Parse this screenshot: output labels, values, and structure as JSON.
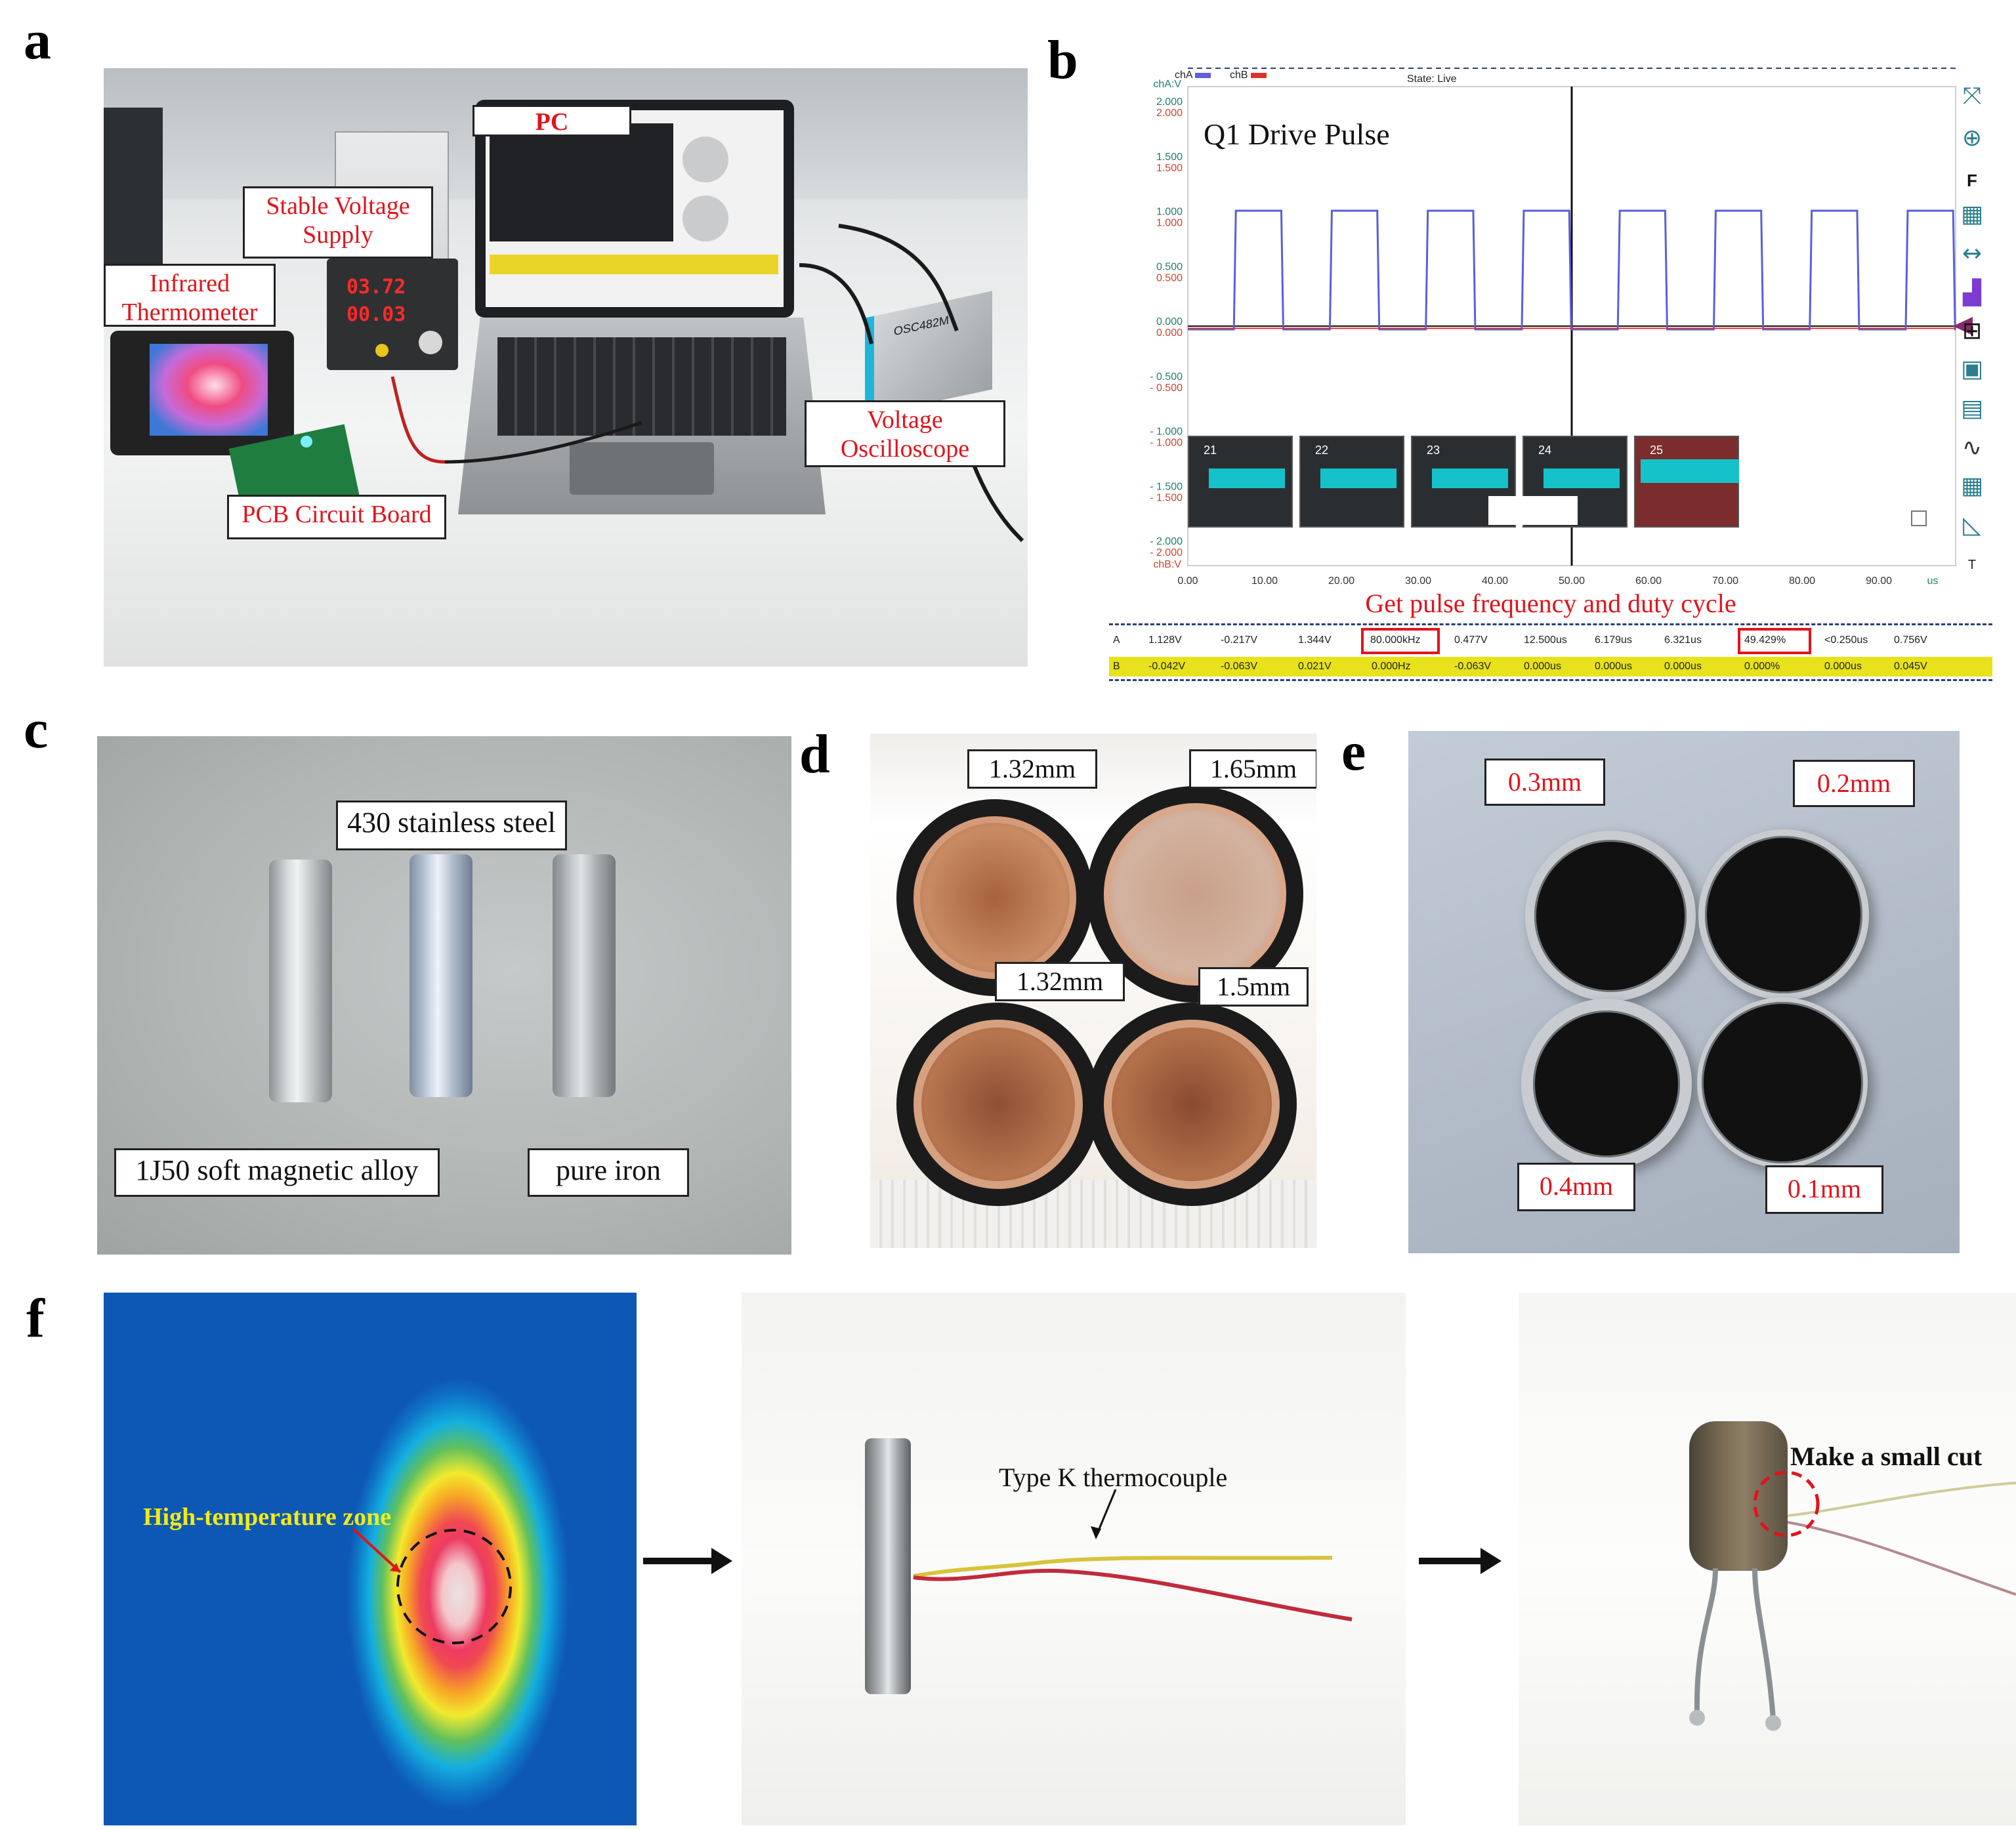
{
  "panel_labels": {
    "a": "a",
    "b": "b",
    "c": "c",
    "d": "d",
    "e": "e",
    "f": "f"
  },
  "panel_a": {
    "labels": {
      "pc": "PC",
      "supply": "Stable Voltage Supply",
      "thermometer": "Infrared Thermometer",
      "oscilloscope": "Voltage Oscilloscope",
      "pcb": "PCB Circuit Board"
    },
    "supply_display": {
      "voltage": "03.72",
      "current": "00.03"
    },
    "scope_device_label": "OSC482M"
  },
  "panel_b": {
    "legend": {
      "cha": "chA",
      "chb": "chB"
    },
    "state": "State: Live",
    "title": "Q1 Drive Pulse",
    "axis_left_top": "chA:V",
    "axis_left_bottom": "chB:V",
    "x_unit": "us",
    "caption": "Get pulse frequency and duty cycle",
    "colors": {
      "chA": "#5b5fd9",
      "chB": "#e0322c",
      "highlight": "#e0141b",
      "thumb_active": "#7b2c2c"
    },
    "thumbnails": [
      "21",
      "22",
      "23",
      "24",
      "25"
    ],
    "measure_rows": [
      {
        "ch": "A",
        "values": [
          "1.128V",
          "-0.217V",
          "1.344V",
          "80.000kHz",
          "0.477V",
          "12.500us",
          "6.179us",
          "6.321us",
          "49.429%",
          "<0.250us",
          "0.756V"
        ]
      },
      {
        "ch": "B",
        "values": [
          "-0.042V",
          "-0.063V",
          "0.021V",
          "0.000Hz",
          "-0.063V",
          "0.000us",
          "0.000us",
          "0.000us",
          "0.000%",
          "0.000us",
          "0.045V"
        ]
      }
    ],
    "tools": [
      "fit-icon",
      "zoom-icon",
      "F",
      "grid-icon",
      "measure-width-icon",
      "histogram-icon",
      "math-icon",
      "save-icon",
      "image-icon",
      "waveform-icon",
      "table-icon",
      "ruler-icon",
      "T"
    ]
  },
  "panel_c": {
    "top_label": "430 stainless steel",
    "left_label": "1J50 soft magnetic alloy",
    "right_label": "pure iron"
  },
  "panel_d": {
    "labels": [
      "1.32mm",
      "1.65mm",
      "1.32mm",
      "1.5mm"
    ]
  },
  "panel_e": {
    "labels": [
      "0.3mm",
      "0.2mm",
      "0.4mm",
      "0.1mm"
    ]
  },
  "panel_f": {
    "zone_label": "High-temperature zone",
    "thermocouple_label": "Type K thermocouple",
    "cut_label": "Make a small cut"
  },
  "chart_data": {
    "type": "line",
    "title": "Q1 Drive Pulse",
    "xlabel": "us",
    "ylabel": "chA:V",
    "xlim": [
      0,
      100
    ],
    "ylim": [
      -2.0,
      2.0
    ],
    "x_ticks": [
      "0.00",
      "10.00",
      "20.00",
      "30.00",
      "40.00",
      "50.00",
      "60.00",
      "70.00",
      "80.00",
      "90.00"
    ],
    "y_ticks": [
      2.0,
      1.5,
      1.0,
      0.5,
      0.0,
      -0.5,
      -1.0,
      -1.5,
      -2.0
    ],
    "y_tick_labels_a": [
      "2.000",
      "1.500",
      "1.000",
      "0.500",
      "0.000",
      "- 0.500",
      "- 1.000",
      "- 1.500",
      "- 2.000"
    ],
    "y_tick_labels_b": [
      "2.000",
      "1.500",
      "1.000",
      "0.500",
      "0.000",
      "- 0.500",
      "- 1.000",
      "- 1.500",
      "- 2.000"
    ],
    "series": [
      {
        "name": "chA",
        "period": 12.5,
        "high": 1.05,
        "low": -0.03,
        "duty": 0.494,
        "first_rise": 6.0
      },
      {
        "name": "chB",
        "constant": -0.02
      }
    ]
  }
}
